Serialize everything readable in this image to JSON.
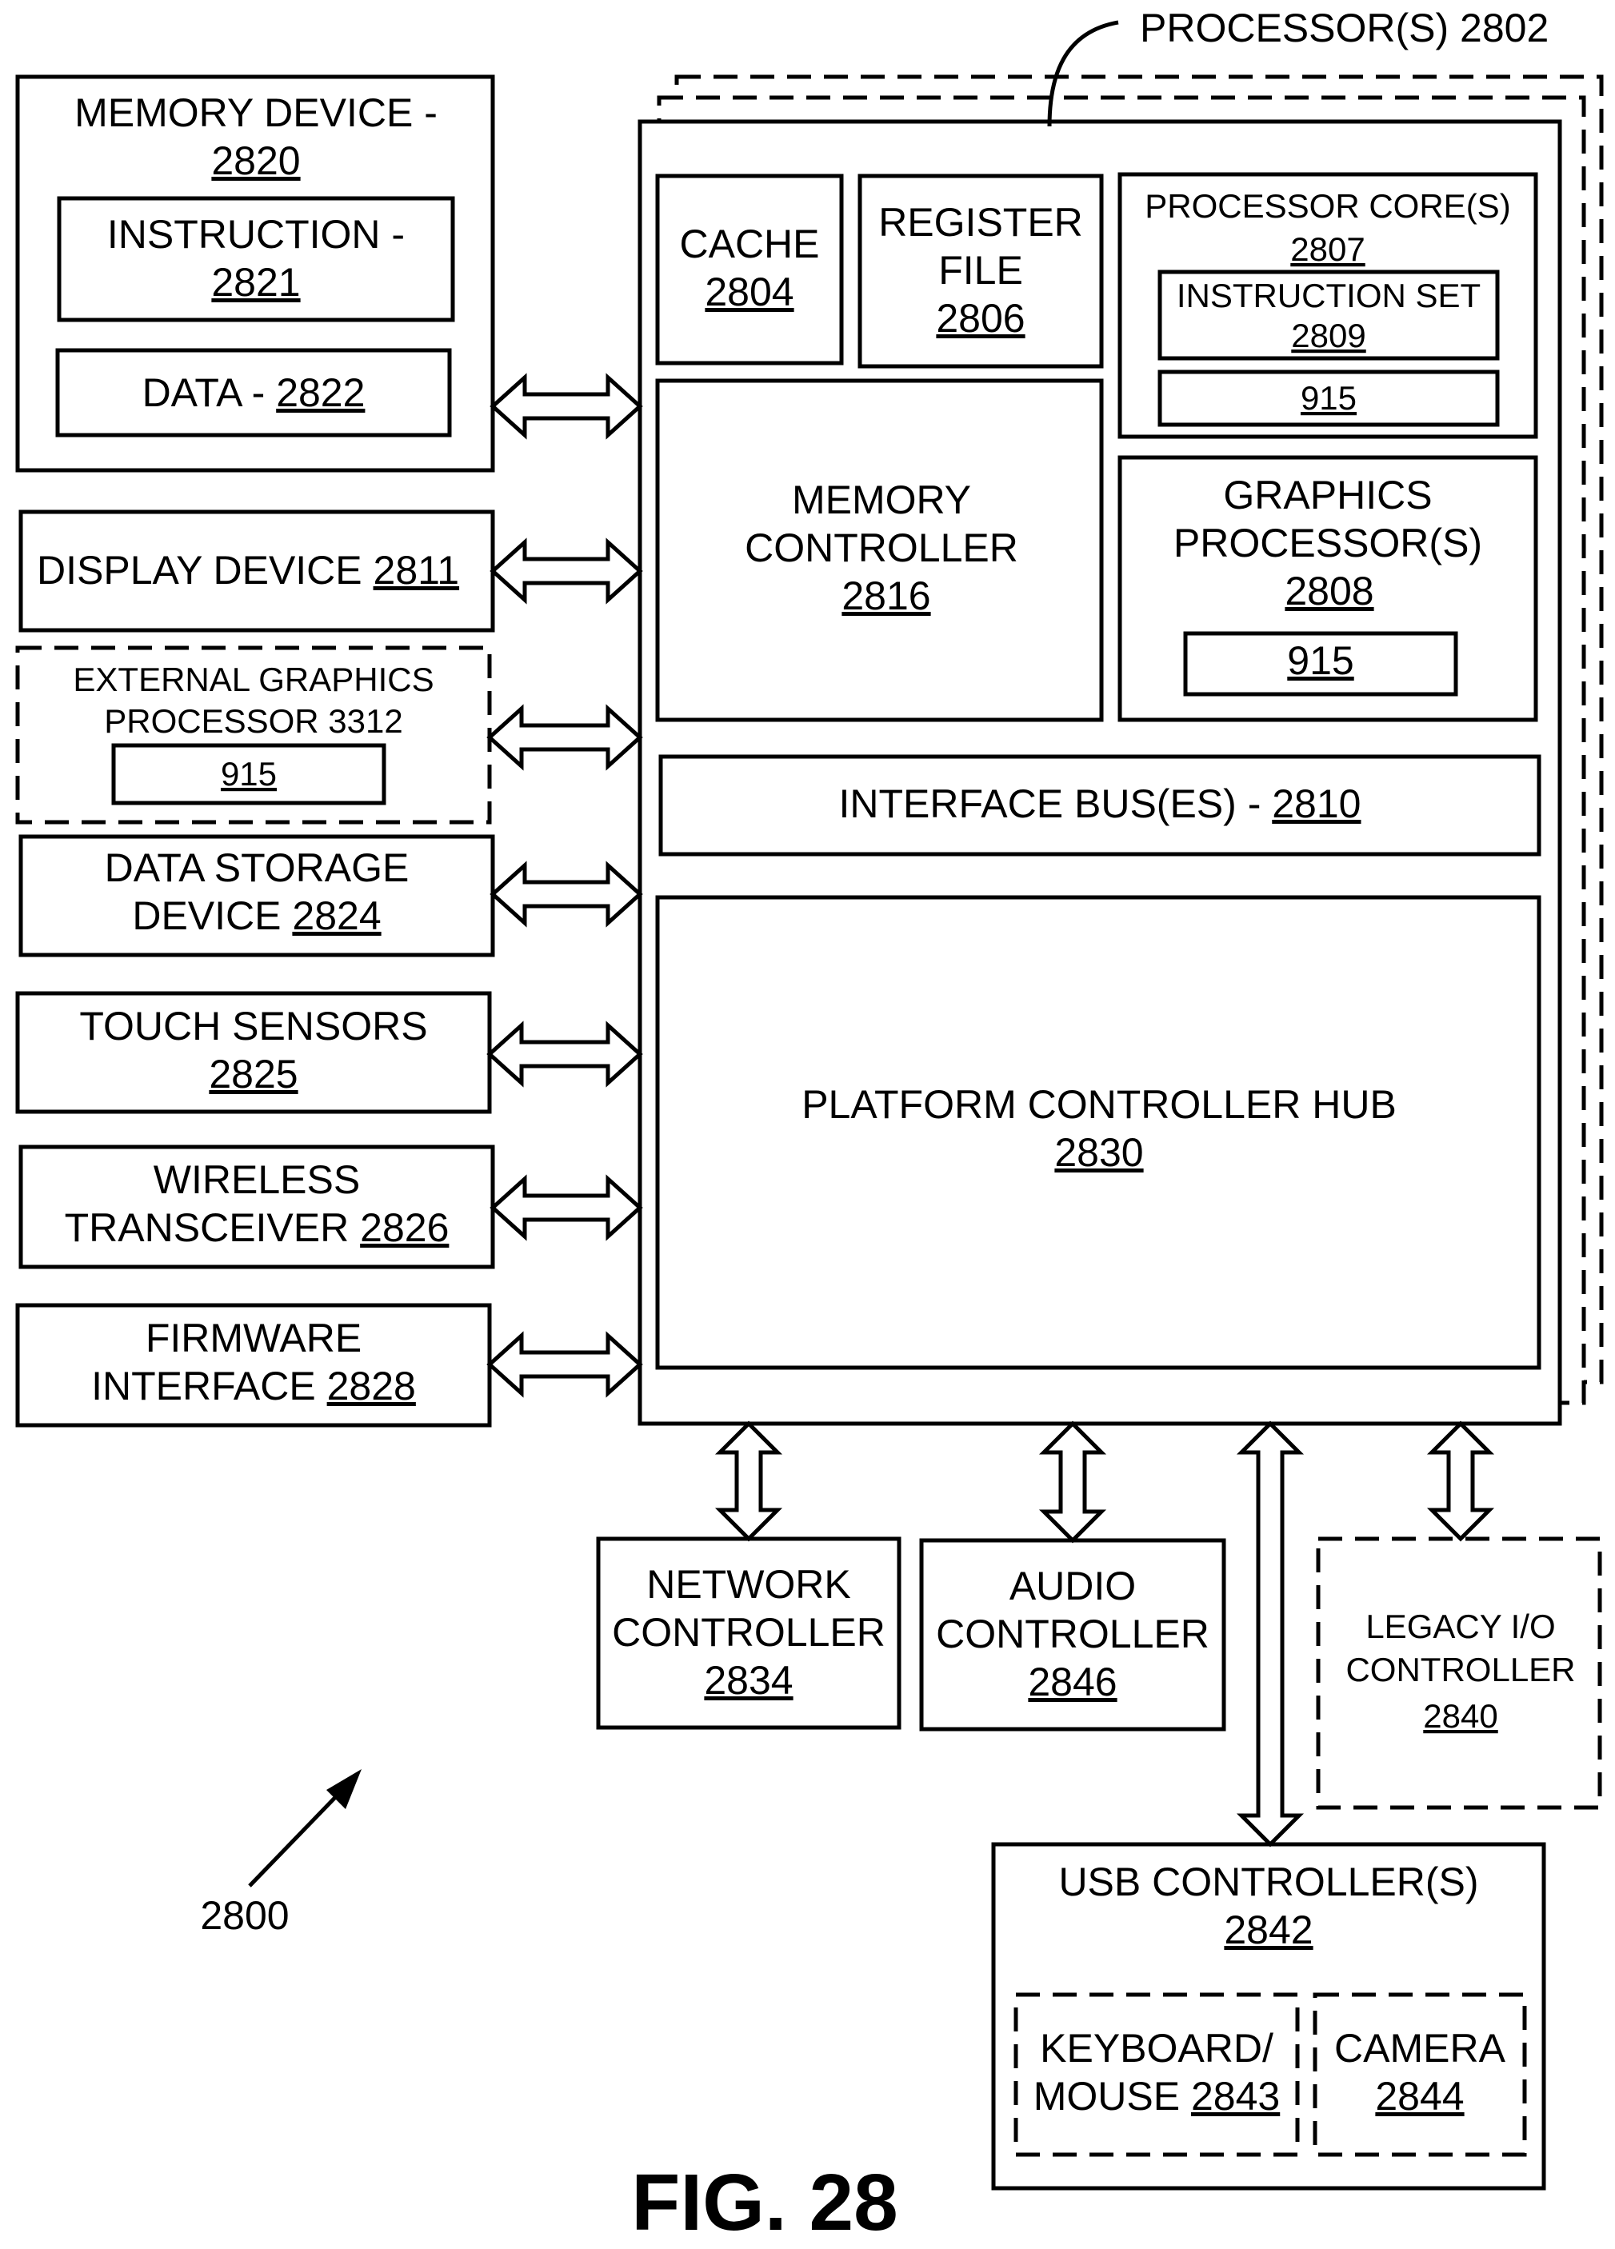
{
  "figure": {
    "title": "FIG. 28",
    "system_ref": "2800",
    "processor_label": "PROCESSOR(S) 2802"
  },
  "left": {
    "memory_device": {
      "title": "MEMORY DEVICE -",
      "num": "2820"
    },
    "instruction": {
      "title": "INSTRUCTION -",
      "num": "2821"
    },
    "data": {
      "title": "DATA - ",
      "num": "2822"
    },
    "display_device": {
      "title": "DISPLAY DEVICE  ",
      "num": "2811"
    },
    "ext_graphics": {
      "line1": "EXTERNAL GRAPHICS",
      "line2": "PROCESSOR 3312",
      "num": "915"
    },
    "data_storage": {
      "line1": "DATA STORAGE",
      "line2": "DEVICE ",
      "num": "2824"
    },
    "touch_sensors": {
      "line1": "TOUCH SENSORS",
      "num": "2825"
    },
    "wireless": {
      "line1": "WIRELESS",
      "line2": "TRANSCEIVER ",
      "num": "2826"
    },
    "firmware": {
      "line1": "FIRMWARE",
      "line2": "INTERFACE ",
      "num": "2828"
    }
  },
  "processor": {
    "cache": {
      "line1": "CACHE",
      "num": "2804"
    },
    "register_file": {
      "line1": "REGISTER",
      "line2": "FILE",
      "num": "2806"
    },
    "cores": {
      "line1": "PROCESSOR CORE(S)",
      "num": "2807"
    },
    "instruction_set": {
      "line1": "INSTRUCTION SET",
      "num": "2809"
    },
    "core_915": "915",
    "memory_controller": {
      "line1": "MEMORY",
      "line2": "CONTROLLER",
      "num": "2816"
    },
    "graphics": {
      "line1": "GRAPHICS",
      "line2": "PROCESSOR(S)",
      "num": "2808"
    },
    "graphics_915": "915",
    "interface_bus": {
      "title": "INTERFACE BUS(ES) - ",
      "num": "2810"
    },
    "pch": {
      "line1": "PLATFORM CONTROLLER HUB",
      "num": "2830"
    }
  },
  "bottom": {
    "network": {
      "line1": "NETWORK",
      "line2": "CONTROLLER",
      "num": "2834"
    },
    "audio": {
      "line1": "AUDIO",
      "line2": "CONTROLLER",
      "num": "2846"
    },
    "legacy": {
      "line1": "LEGACY I/O",
      "line2": "CONTROLLER",
      "num": "2840"
    },
    "usb": {
      "line1": "USB CONTROLLER(S)",
      "num": "2842"
    },
    "keyboard": {
      "line1": "KEYBOARD/",
      "line2": "MOUSE ",
      "num": "2843"
    },
    "camera": {
      "line1": "CAMERA",
      "num": "2844"
    }
  }
}
